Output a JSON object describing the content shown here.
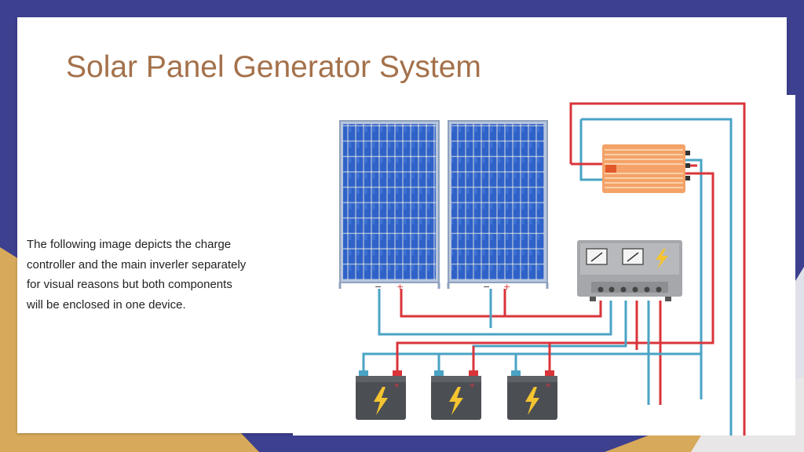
{
  "slide": {
    "title": "Solar Panel Generator System",
    "description_lines": [
      "The following image depicts the charge",
      "controller and the main inverler separately",
      "for visual reasons but both components",
      "will be enclosed in one device."
    ]
  },
  "diagram": {
    "panels": [
      {
        "negative_label": "−",
        "positive_label": "+"
      },
      {
        "negative_label": "−",
        "positive_label": "+"
      }
    ],
    "battery_count": 3,
    "icons": [
      "solar-panel-icon",
      "inverter-icon",
      "charge-controller-icon",
      "lightning-icon",
      "battery-icon"
    ]
  },
  "colors": {
    "frame": "#3d3f8f",
    "accent": "#d7a95a",
    "title": "#a4714b",
    "wire_positive": "#d9343a",
    "wire_negative": "#4aa3c4",
    "panel_blue": "#2f62c8",
    "inverter_orange": "#f4a268",
    "controller_gray": "#a5a7aa",
    "battery_dark": "#4b4e53",
    "bolt_yellow": "#f4c430"
  }
}
